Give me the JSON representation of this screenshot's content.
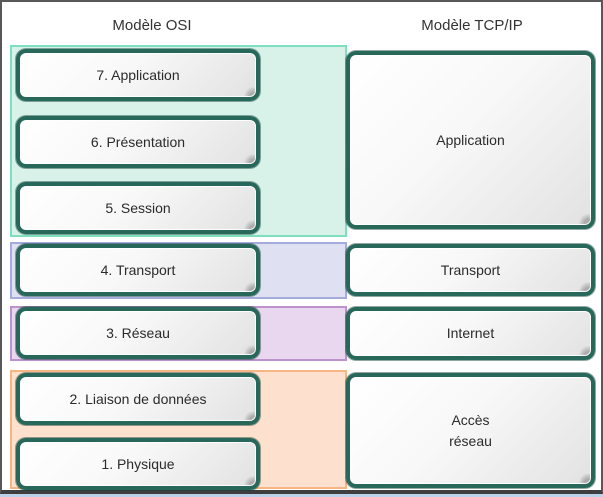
{
  "headers": {
    "osi": "Modèle OSI",
    "tcpip": "Modèle TCP/IP"
  },
  "osi": {
    "layers": [
      {
        "label": "7. Application"
      },
      {
        "label": "6. Présentation"
      },
      {
        "label": "5. Session"
      },
      {
        "label": "4. Transport"
      },
      {
        "label": "3. Réseau"
      },
      {
        "label": "2. Liaison de données"
      },
      {
        "label": "1. Physique"
      }
    ]
  },
  "tcpip": {
    "layers": [
      {
        "label": "Application"
      },
      {
        "label": "Transport"
      },
      {
        "label": "Internet"
      },
      {
        "label": "Accès\nréseau"
      }
    ]
  },
  "mapping_bands": [
    {
      "name": "application",
      "color": "#d8f2e9",
      "border_color": "#7edfbd",
      "osi_layers": "5-7",
      "tcpip_layer": "Application"
    },
    {
      "name": "transport",
      "color": "#dfe1f3",
      "border_color": "#a5abdd",
      "osi_layers": "4",
      "tcpip_layer": "Transport"
    },
    {
      "name": "internet",
      "color": "#e9d7ef",
      "border_color": "#bd93cc",
      "osi_layers": "3",
      "tcpip_layer": "Internet"
    },
    {
      "name": "network-access",
      "color": "#fde0cd",
      "border_color": "#f6b583",
      "osi_layers": "1-2",
      "tcpip_layer": "Accès réseau"
    }
  ],
  "colors": {
    "box_border": "#27685a",
    "frame_border": "#58585a",
    "bottom_edge": "#b9d2ea",
    "text": "#2b2b2b"
  }
}
